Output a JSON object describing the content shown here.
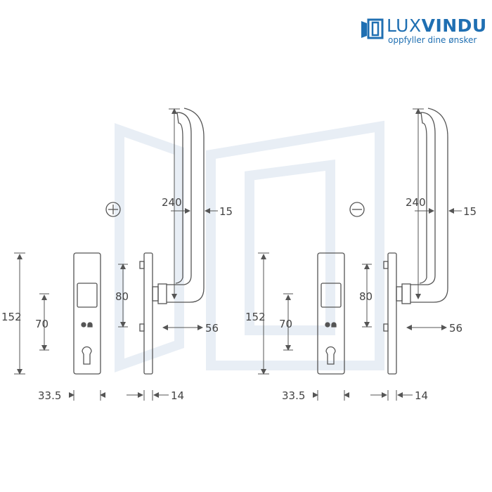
{
  "brand": {
    "name_part1": "LUX",
    "name_part2": "VINDU",
    "tagline": "oppfyller dine ønsker",
    "color": "#1f6fb2"
  },
  "variants": [
    {
      "symbol": "plus",
      "dims": {
        "handle_height": "240",
        "handle_depth": "15",
        "plate_height": "152",
        "spacing": "70",
        "mount": "80",
        "projection": "56",
        "plate_width": "33.5",
        "plate_thickness": "14"
      }
    },
    {
      "symbol": "minus",
      "dims": {
        "handle_height": "240",
        "handle_depth": "15",
        "plate_height": "152",
        "spacing": "70",
        "mount": "80",
        "projection": "56",
        "plate_width": "33.5",
        "plate_thickness": "14"
      }
    }
  ],
  "colors": {
    "line": "#555555",
    "watermark": "#e8eef5"
  }
}
